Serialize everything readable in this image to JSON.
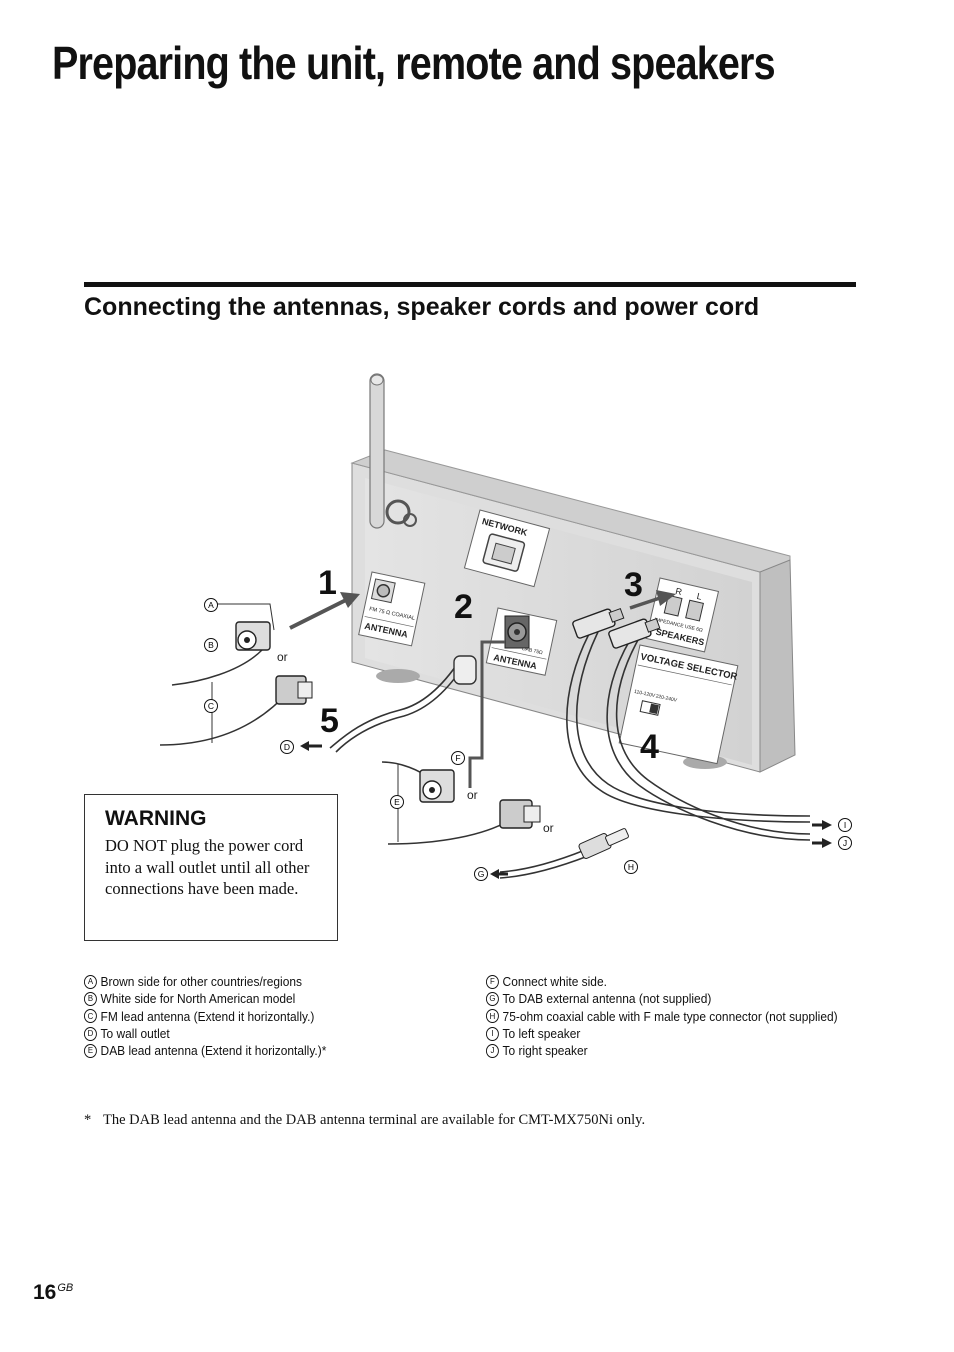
{
  "page": {
    "title": "Preparing the unit, remote and speakers",
    "section_heading": "Connecting the antennas, speaker cords and power cord",
    "page_number": "16",
    "page_suffix": "GB"
  },
  "diagram": {
    "step_numbers": [
      "1",
      "2",
      "3",
      "4",
      "5"
    ],
    "panel_labels": {
      "network": "NETWORK",
      "fm_antenna": "ANTENNA",
      "fm_coaxial": "FM 75 Ω COAXIAL",
      "dab_antenna": "ANTENNA",
      "dab_small": "DAB 75Ω",
      "speakers": "SPEAKERS",
      "speakers_r": "R",
      "speakers_l": "L",
      "speaker_impedance": "IMPEDANCE USE 6Ω",
      "voltage_selector": "VOLTAGE SELECTOR",
      "voltage_low": "110-120V",
      "voltage_high": "220-240V"
    },
    "or_label": "or",
    "callout_letters": [
      "A",
      "B",
      "C",
      "D",
      "E",
      "F",
      "G",
      "H",
      "I",
      "J"
    ]
  },
  "warning": {
    "title": "WARNING",
    "text": "DO NOT plug the power cord into a wall outlet until all other connections have been made."
  },
  "legend": {
    "left": [
      {
        "letter": "A",
        "text": "Brown side for other countries/regions"
      },
      {
        "letter": "B",
        "text": "White side for North American model"
      },
      {
        "letter": "C",
        "text": "FM lead antenna (Extend it horizontally.)"
      },
      {
        "letter": "D",
        "text": "To wall outlet"
      },
      {
        "letter": "E",
        "text": "DAB lead antenna (Extend it horizontally.)*"
      }
    ],
    "right": [
      {
        "letter": "F",
        "text": "Connect white side."
      },
      {
        "letter": "G",
        "text": "To DAB external antenna (not supplied)"
      },
      {
        "letter": "H",
        "text": "75-ohm coaxial cable with F male type connector (not supplied)"
      },
      {
        "letter": "I",
        "text": "To left speaker"
      },
      {
        "letter": "J",
        "text": "To right speaker"
      }
    ]
  },
  "footnote": {
    "mark": "*",
    "text": "The DAB lead antenna and the DAB antenna terminal are available for CMT-MX750Ni only."
  }
}
